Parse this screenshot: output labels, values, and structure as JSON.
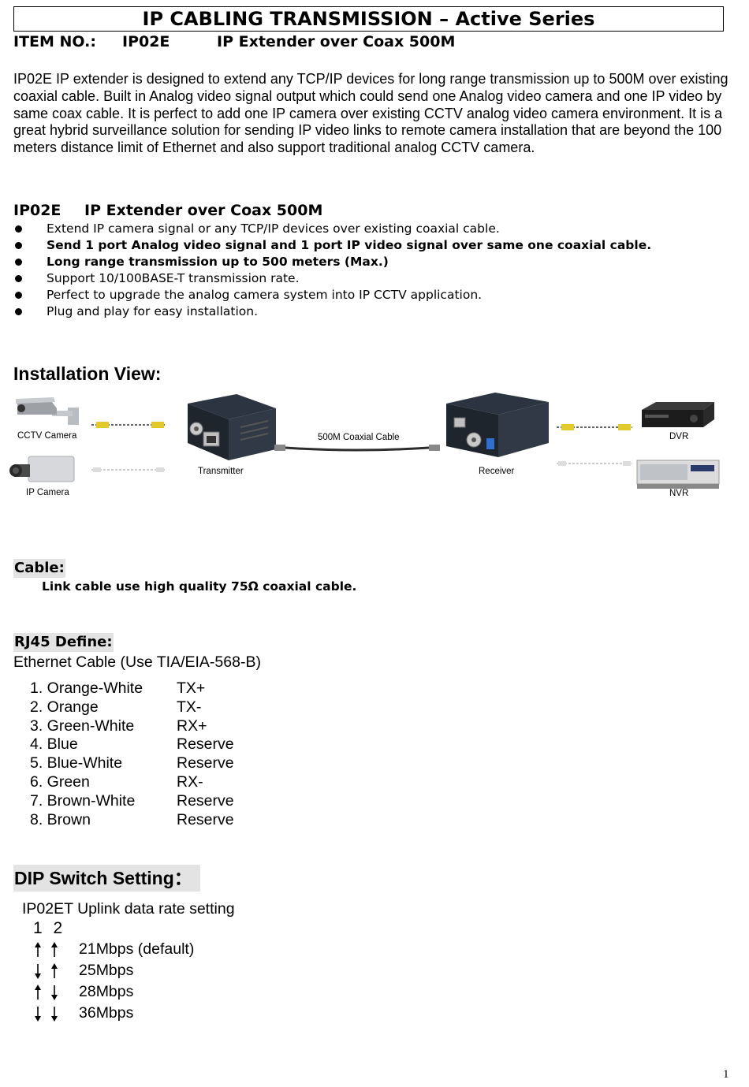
{
  "header": {
    "title": "IP CABLING TRANSMISSION – Active Series",
    "item_label": "ITEM NO.:",
    "item_code": "IP02E",
    "item_desc": "IP Extender over Coax 500M"
  },
  "intro": "IP02E IP extender is designed to extend any TCP/IP devices for long range transmission up to 500M over existing coaxial cable.    Built in Analog video signal output which could send one Analog video camera and one IP video by same coax cable.    It is perfect to add one IP camera over existing CCTV analog video camera environment.    It is a great hybrid surveillance solution for sending IP video links to remote camera installation that are beyond the 100 meters distance limit of Ethernet and also support traditional analog CCTV camera.",
  "features": {
    "title_code": "IP02E",
    "title_desc": "IP Extender over Coax 500M",
    "items": [
      {
        "text": "Extend IP camera signal or any TCP/IP devices over existing coaxial cable.",
        "bold": false
      },
      {
        "text": "Send 1 port Analog video signal and 1 port IP video signal over same one coaxial cable.",
        "bold": true
      },
      {
        "text": "Long range transmission up to 500 meters (Max.)",
        "bold": true
      },
      {
        "text": "Support 10/100BASE-T transmission rate.",
        "bold": false
      },
      {
        "text": "Perfect to upgrade the analog camera system into IP CCTV application.",
        "bold": false
      },
      {
        "text": "Plug and play for easy installation.",
        "bold": false
      }
    ]
  },
  "installation": {
    "title": "Installation View:",
    "labels": {
      "cctv_camera": "CCTV Camera",
      "ip_camera": "IP Camera",
      "transmitter": "Transmitter",
      "coax_cable": "500M Coaxial Cable",
      "receiver": "Receiver",
      "dvr": "DVR",
      "nvr": "NVR"
    }
  },
  "cable": {
    "title": "Cable:",
    "text": "Link cable use high quality 75Ω coaxial cable."
  },
  "rj45": {
    "title": "RJ45 Define:",
    "subtitle": "Ethernet Cable (Use TIA/EIA-568-B)",
    "pins": [
      {
        "name": "1. Orange-White",
        "signal": "TX+"
      },
      {
        "name": "2. Orange",
        "signal": "TX-"
      },
      {
        "name": "3. Green-White",
        "signal": "RX+"
      },
      {
        "name": "4. Blue",
        "signal": "Reserve"
      },
      {
        "name": "5. Blue-White",
        "signal": "Reserve"
      },
      {
        "name": "6. Green",
        "signal": "RX-"
      },
      {
        "name": "7. Brown-White",
        "signal": "Reserve"
      },
      {
        "name": "8. Brown",
        "signal": "Reserve"
      }
    ]
  },
  "dip": {
    "title": "DIP Switch Setting：",
    "subtitle": "IP02ET Uplink data rate setting",
    "switch_numbers": "1 2",
    "rows": [
      {
        "s1": "up",
        "s2": "up",
        "rate": "21Mbps (default)"
      },
      {
        "s1": "down",
        "s2": "up",
        "rate": "25Mbps"
      },
      {
        "s1": "up",
        "s2": "down",
        "rate": "28Mbps"
      },
      {
        "s1": "down",
        "s2": "down",
        "rate": "36Mbps"
      }
    ]
  },
  "page_number": "1"
}
